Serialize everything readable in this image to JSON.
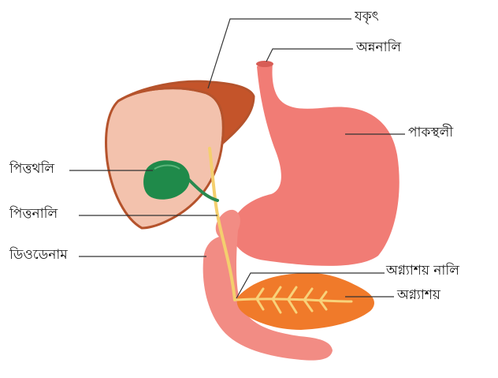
{
  "diagram": {
    "labels": {
      "liver": "যকৃৎ",
      "esophagus": "অন্ননালি",
      "stomach": "পাকস্থলী",
      "gallbladder": "পিত্তথলি",
      "bile_duct": "পিত্তনালি",
      "duodenum": "ডিওডেনাম",
      "pancreatic_duct": "অগ্ন্যাশয় নালি",
      "pancreas": "অগ্ন্যাশয়"
    },
    "colors": {
      "liver_light": "#f3c2ad",
      "liver_dark": "#c4542a",
      "liver_outline": "#b5532c",
      "stomach": "#f17c75",
      "intestine": "#f28c84",
      "gallbladder": "#1f8a4a",
      "duct": "#f4cf6e",
      "pancreas": "#f07a2a",
      "pancreas_vein": "#f8d27a",
      "leader_line": "#333333"
    }
  }
}
